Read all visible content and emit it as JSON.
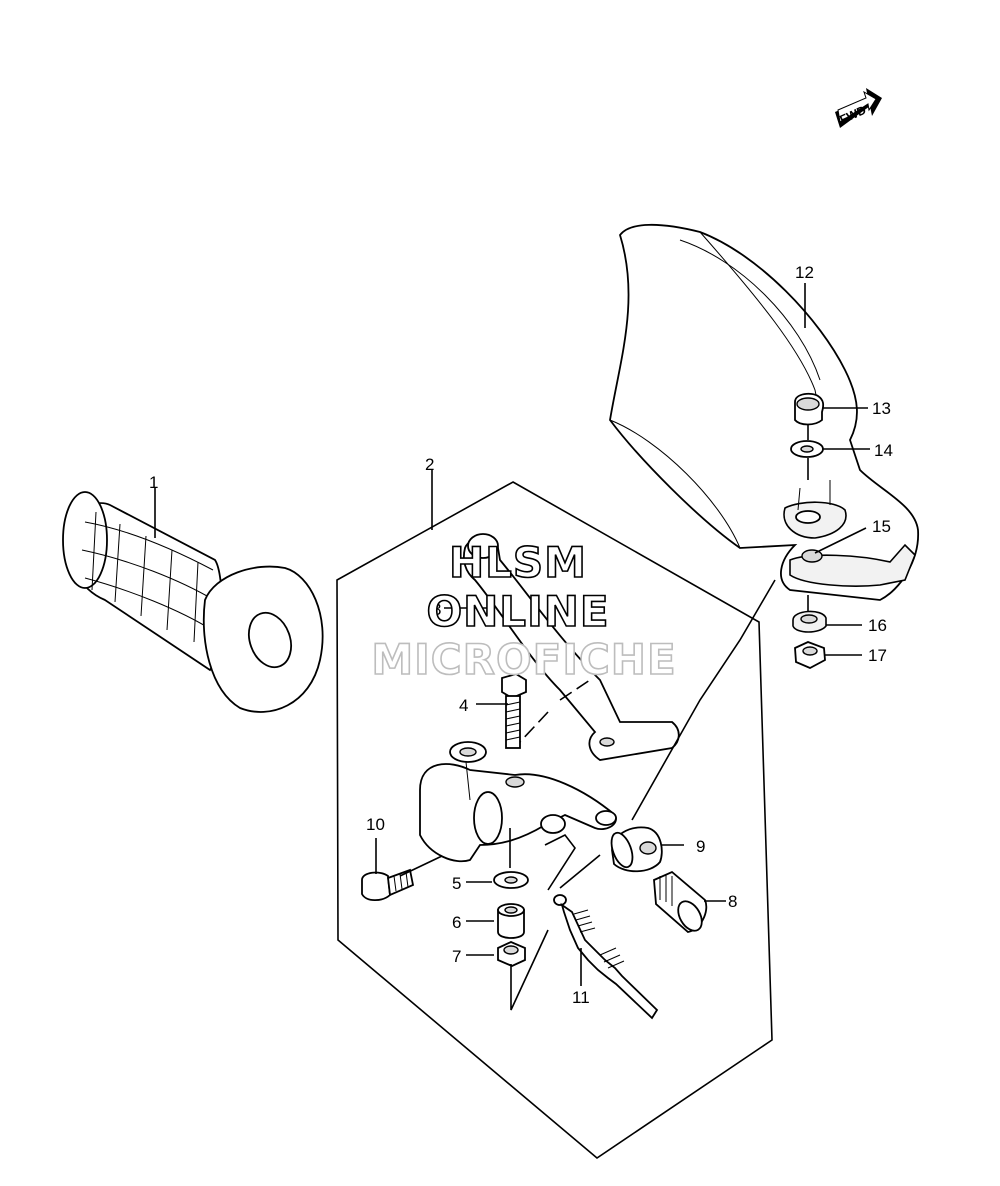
{
  "direction_badge": "FWD",
  "watermark": {
    "line1": "HLSM",
    "line2": "ONLINE",
    "line3": "MICROFICHE"
  },
  "callouts": [
    {
      "number": "1"
    },
    {
      "number": "2"
    },
    {
      "number": "3"
    },
    {
      "number": "4"
    },
    {
      "number": "5"
    },
    {
      "number": "6"
    },
    {
      "number": "7"
    },
    {
      "number": "8"
    },
    {
      "number": "9"
    },
    {
      "number": "10"
    },
    {
      "number": "11"
    },
    {
      "number": "12"
    },
    {
      "number": "13"
    },
    {
      "number": "14"
    },
    {
      "number": "15"
    },
    {
      "number": "16"
    },
    {
      "number": "17"
    }
  ]
}
